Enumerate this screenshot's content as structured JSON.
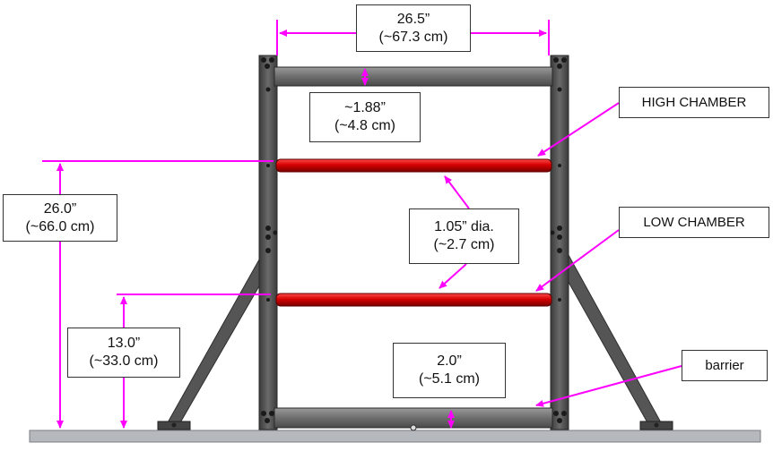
{
  "colors": {
    "dimension": "#ff00ff",
    "frame": "#4a4a4a",
    "frame_light": "#6a6a6a",
    "bar": "#d40000",
    "floor": "#b5b8bd"
  },
  "dimensions": {
    "width": {
      "line1": "26.5”",
      "line2": "(~67.3 cm)"
    },
    "top_gap": {
      "line1": "~1.88”",
      "line2": "(~4.8 cm)"
    },
    "high_height": {
      "line1": "26.0”",
      "line2": "(~66.0 cm)"
    },
    "bar_diameter": {
      "line1": "1.05” dia.",
      "line2": "(~2.7 cm)"
    },
    "low_height": {
      "line1": "13.0”",
      "line2": "(~33.0 cm)"
    },
    "barrier_gap": {
      "line1": "2.0”",
      "line2": "(~5.1 cm)"
    }
  },
  "tags": {
    "high_chamber": "HIGH CHAMBER",
    "low_chamber": "LOW CHAMBER",
    "barrier": "barrier"
  }
}
